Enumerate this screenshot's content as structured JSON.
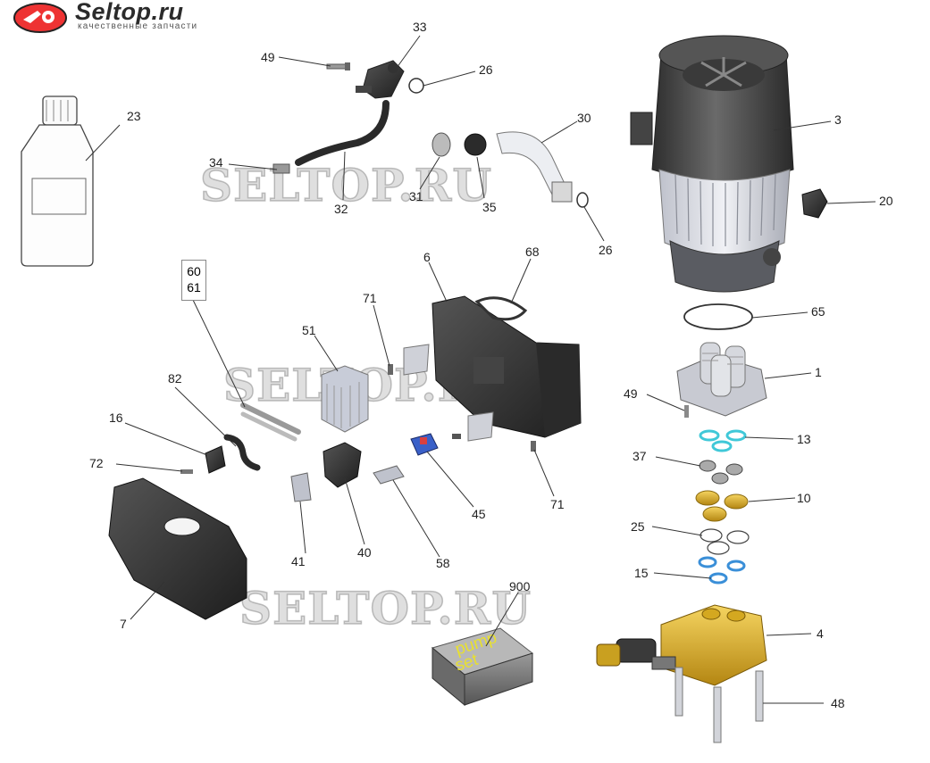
{
  "logo": {
    "name": "Seltop.ru",
    "tagline": "качественные запчасти"
  },
  "watermarks": [
    "SELTOP.RU",
    "SELTOP.RU",
    "SELTOP.RU"
  ],
  "callouts": {
    "c1": "1",
    "c3": "3",
    "c4": "4",
    "c6": "6",
    "c7": "7",
    "c10": "10",
    "c13": "13",
    "c15": "15",
    "c16": "16",
    "c20": "20",
    "c23": "23",
    "c25": "25",
    "c26a": "26",
    "c26b": "26",
    "c30": "30",
    "c31": "31",
    "c32": "32",
    "c33": "33",
    "c34": "34",
    "c35": "35",
    "c37": "37",
    "c40": "40",
    "c41": "41",
    "c45": "45",
    "c48": "48",
    "c49a": "49",
    "c49b": "49",
    "c51": "51",
    "c58": "58",
    "c65": "65",
    "c68": "68",
    "c71a": "71",
    "c71b": "71",
    "c72": "72",
    "c82": "82",
    "c900": "900",
    "c60": "60",
    "c61": "61"
  },
  "pump_set_box": {
    "line1": "pump",
    "line2": "set"
  },
  "colors": {
    "line": "#333333",
    "motor": "#4a4a4a",
    "pump_brass": "#e0b020",
    "seal_cyan": "#40c8d8",
    "seal_blue": "#3a8fd8",
    "tank": "#3c3c3c"
  }
}
